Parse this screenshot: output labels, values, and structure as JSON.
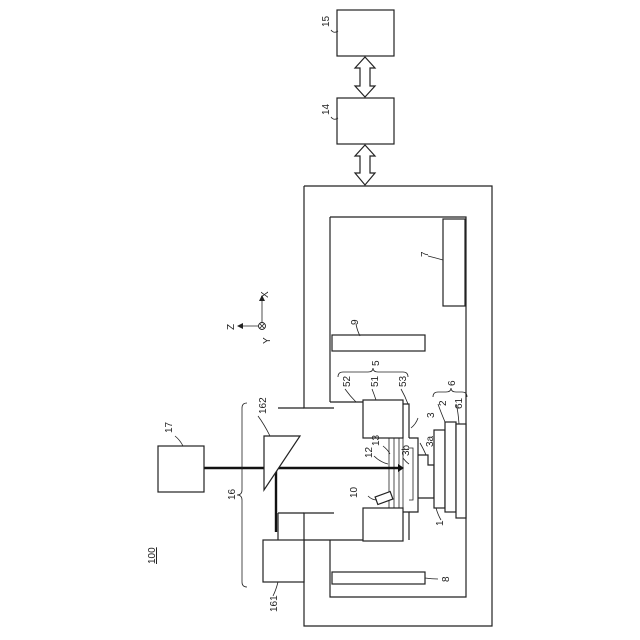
{
  "labels": {
    "l1": "1",
    "l2": "2",
    "l3": "3",
    "l3a": "3a",
    "l3b": "3b",
    "l5": "5",
    "l6": "6",
    "l7": "7",
    "l8": "8",
    "l9": "9",
    "l10": "10",
    "l12": "12",
    "l13": "13",
    "l14": "14",
    "l15": "15",
    "l16": "16",
    "l17": "17",
    "l51": "51",
    "l52": "52",
    "l53": "53",
    "l61": "61",
    "l100": "100",
    "l161": "161",
    "l162": "162"
  },
  "axes": {
    "x": "X",
    "y": "Y",
    "z": "Z"
  }
}
